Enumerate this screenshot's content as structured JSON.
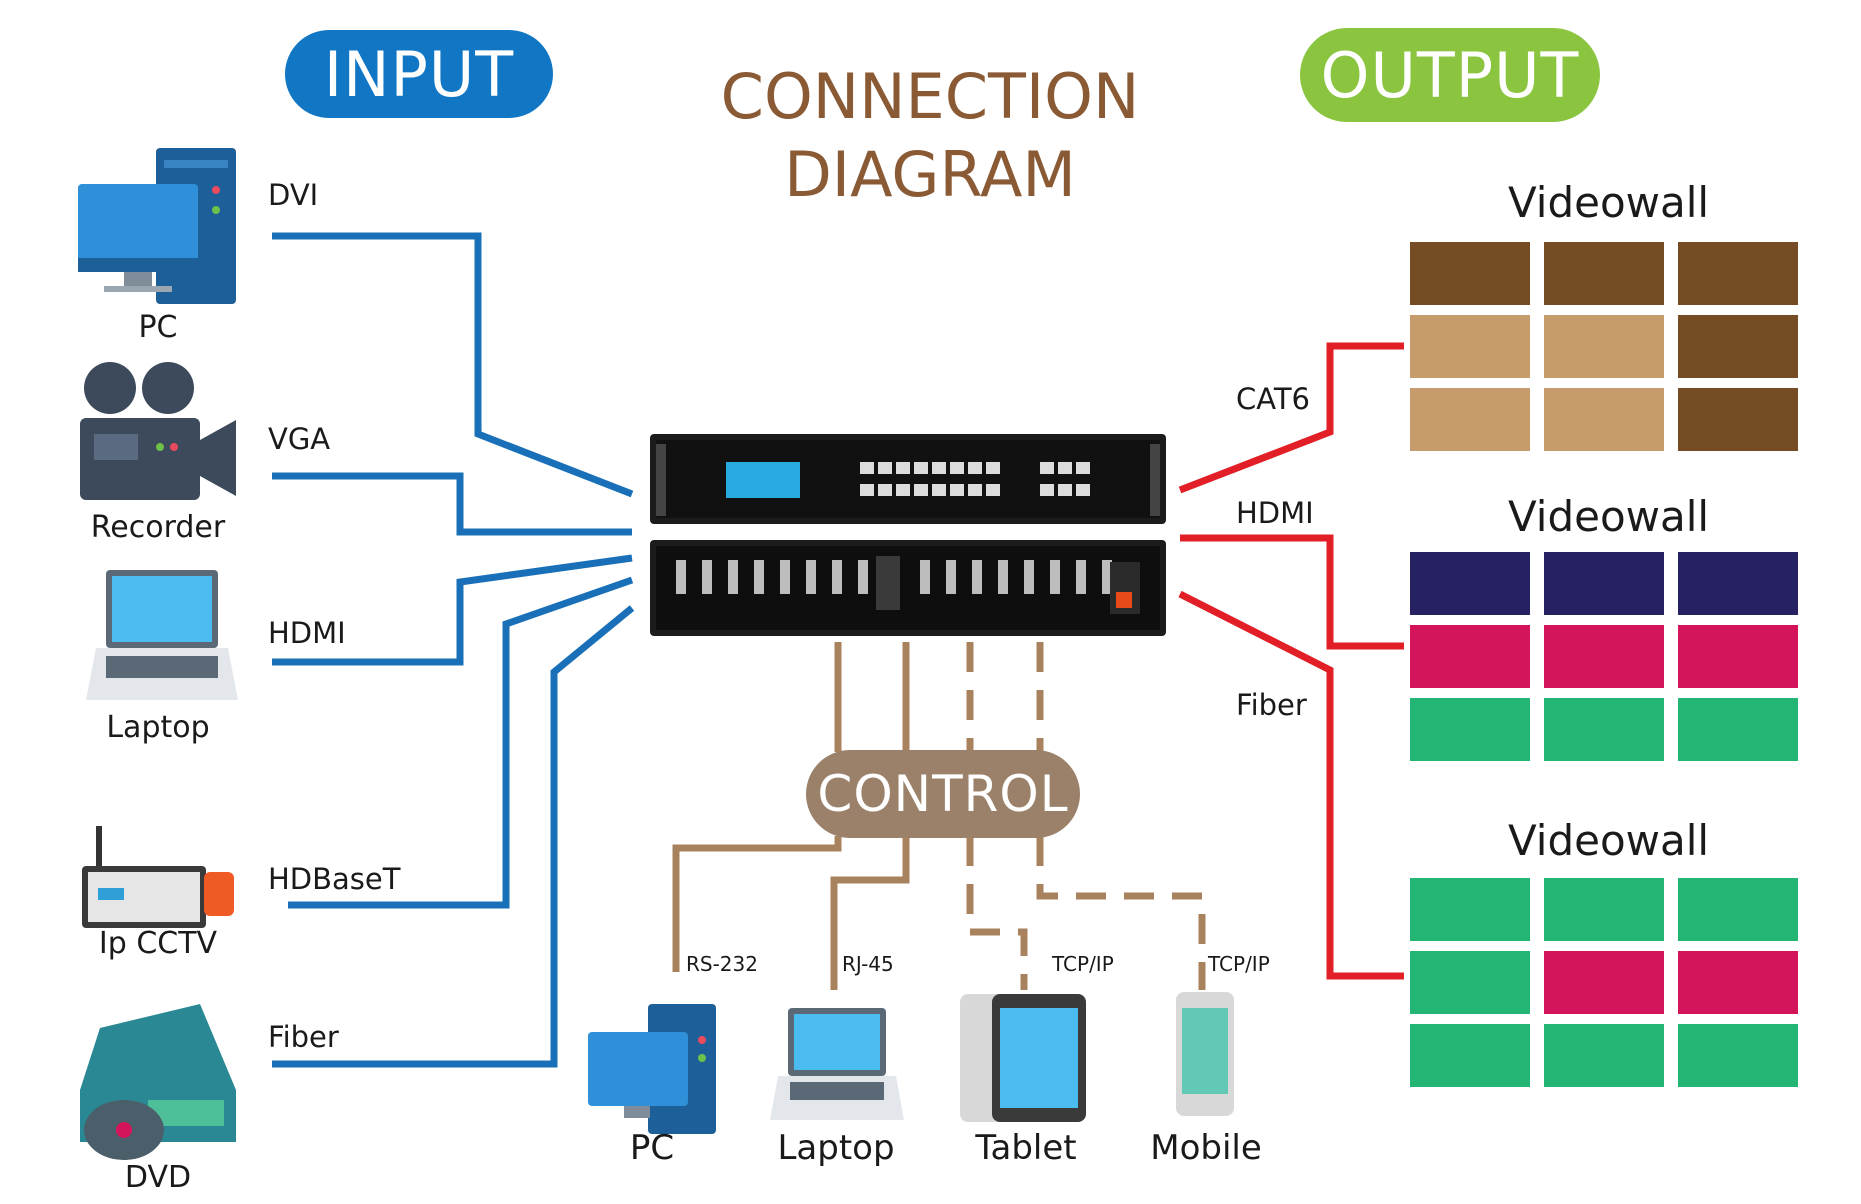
{
  "header": {
    "input_badge": "INPUT",
    "output_badge": "OUTPUT",
    "title_line1": "CONNECTION",
    "title_line2": "DIAGRAM"
  },
  "inputs": [
    {
      "device": "PC",
      "icon": "pc-tower-icon",
      "connection": "DVI"
    },
    {
      "device": "Recorder",
      "icon": "video-camera-icon",
      "connection": "VGA"
    },
    {
      "device": "Laptop",
      "icon": "laptop-icon",
      "connection": "HDMI"
    },
    {
      "device": "Ip CCTV",
      "icon": "ip-cctv-icon",
      "connection": "HDBaseT"
    },
    {
      "device": "DVD",
      "icon": "dvd-player-icon",
      "connection": "Fiber"
    }
  ],
  "outputs": [
    {
      "title": "Videowall",
      "connection": "CAT6",
      "cells": [
        "#754c24",
        "#754c24",
        "#754c24",
        "#c69c6d",
        "#c69c6d",
        "#754c24",
        "#c69c6d",
        "#c69c6d",
        "#754c24"
      ]
    },
    {
      "title": "Videowall",
      "connection": "HDMI",
      "cells": [
        "#262262",
        "#262262",
        "#262262",
        "#d4145a",
        "#d4145a",
        "#d4145a",
        "#22b573",
        "#22b573",
        "#22b573"
      ]
    },
    {
      "title": "Videowall",
      "connection": "Fiber",
      "cells": [
        "#22b573",
        "#22b573",
        "#22b573",
        "#22b573",
        "#d4145a",
        "#d4145a",
        "#22b573",
        "#22b573",
        "#22b573"
      ]
    }
  ],
  "control": {
    "badge": "CONTROL",
    "devices": [
      {
        "device": "PC",
        "icon": "pc-tower-icon",
        "protocol": "RS-232"
      },
      {
        "device": "Laptop",
        "icon": "laptop-icon",
        "protocol": "RJ-45"
      },
      {
        "device": "Tablet",
        "icon": "tablet-icon",
        "protocol": "TCP/IP"
      },
      {
        "device": "Mobile",
        "icon": "mobile-phone-icon",
        "protocol": "TCP/IP"
      }
    ]
  },
  "colors": {
    "input_line": "#1a70b8",
    "output_line": "#e21f26",
    "control_line": "#a7825c",
    "input_badge": "#1177c4",
    "output_badge": "#8bc53f",
    "control_badge": "#9b8169",
    "title": "#8a5a35"
  },
  "device_icon": "matrix-switcher-icon"
}
